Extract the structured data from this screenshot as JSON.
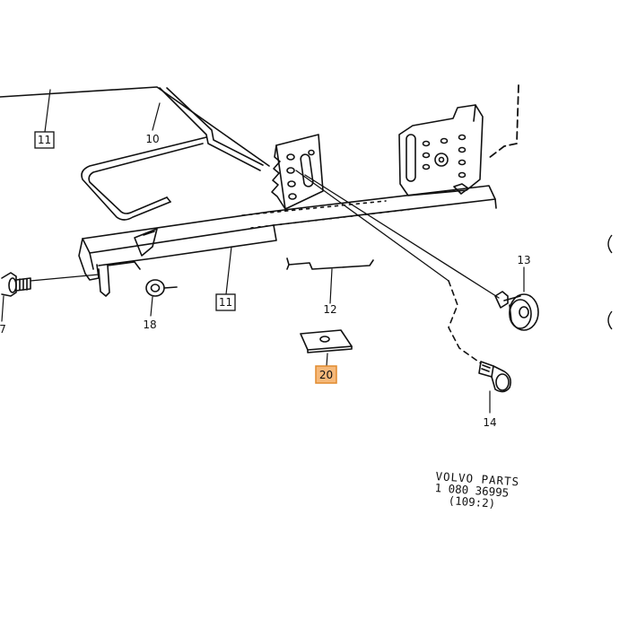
{
  "diagram": {
    "part_callouts": [
      {
        "id": "callout-11-top",
        "label": "11",
        "boxed": true
      },
      {
        "id": "callout-10",
        "label": "10",
        "boxed": false
      },
      {
        "id": "callout-11-mid",
        "label": "11",
        "boxed": true
      },
      {
        "id": "callout-12",
        "label": "12",
        "boxed": false
      },
      {
        "id": "callout-13",
        "label": "13",
        "boxed": false
      },
      {
        "id": "callout-14",
        "label": "14",
        "boxed": false
      },
      {
        "id": "callout-18",
        "label": "18",
        "boxed": false
      },
      {
        "id": "callout-20",
        "label": "20",
        "boxed": true,
        "highlighted": true
      },
      {
        "id": "callout-7",
        "label": "7",
        "boxed": false
      }
    ],
    "stamp": {
      "line1": "VOLVO PARTS",
      "line2": "1 080 36995",
      "line3": "(109:2)"
    },
    "colors": {
      "line": "#111111",
      "highlight_fill": "#f6b97a",
      "highlight_stroke": "#e08a2e",
      "background": "#ffffff"
    }
  }
}
